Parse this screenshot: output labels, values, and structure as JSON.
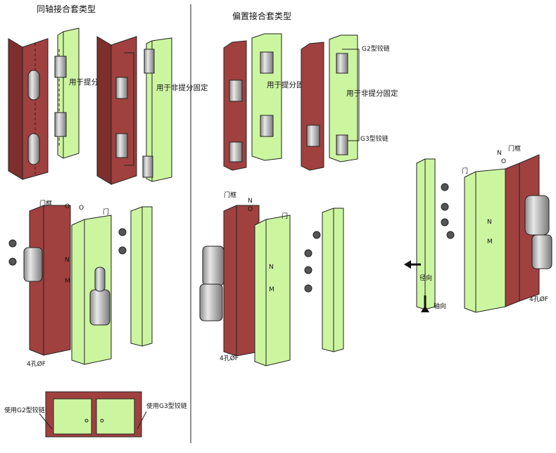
{
  "titles": {
    "coaxial": "同轴接合套类型",
    "offset": "偏置接合套类型"
  },
  "labels": {
    "lift_fixed": "用于提分固定",
    "nonlift_fixed": "用于非提分固定",
    "offset_lift_fixed": "用于提分固定",
    "offset_nonlift_fixed": "用于非提分固定",
    "g2_hinge": "G2型铰链",
    "g3_hinge": "G3型铰链",
    "door_frame": "门框",
    "door": "门",
    "dim_o": "O",
    "dim_n": "N",
    "dim_m": "M",
    "holes_4": "4孔ØF",
    "use_g2": "使用G2型铰链",
    "use_g3": "使用G3型铰链",
    "radial": "径向",
    "axial": "轴向"
  },
  "colors": {
    "frame_red": "#a0413f",
    "door_green": "#ccf5a0",
    "hinge_gray": "#bdbdbd",
    "outline": "#222222"
  }
}
